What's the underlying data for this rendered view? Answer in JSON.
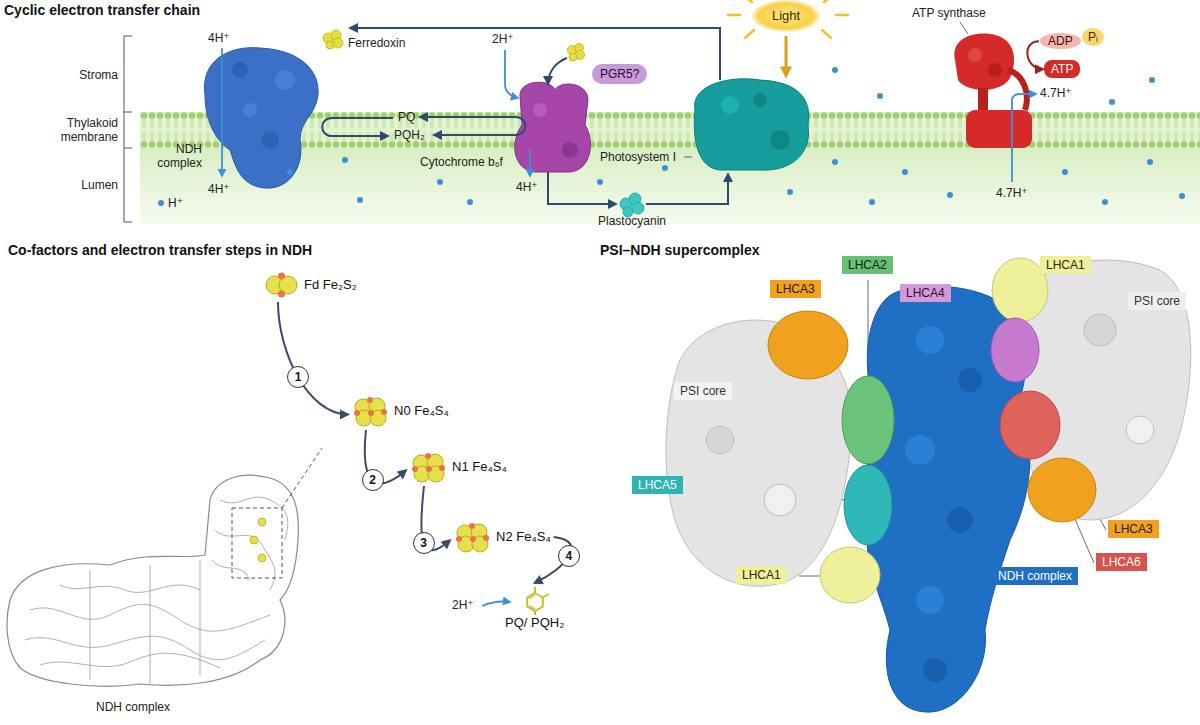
{
  "diagram": {
    "nodes": [
      {
        "text": [
          "Light"
        ]
      },
      {
        "text": [
          "PGR5?"
        ]
      },
      {
        "text": [
          "ADP"
        ]
      },
      {
        "text": [
          "Pᵢ"
        ]
      },
      {
        "text": [
          "ATP"
        ]
      },
      {
        "text": [
          "Fd Fe₂S₂"
        ]
      },
      {
        "text": [
          "N0 Fe₄S₄"
        ]
      },
      {
        "text": [
          "N1 Fe₄S₄"
        ]
      },
      {
        "text": [
          "N2 Fe₄S₄"
        ]
      },
      {
        "text": [
          "PQ/ PQH₂"
        ]
      },
      {
        "text": [
          "LHCA2"
        ]
      },
      {
        "text": [
          "LHCA1"
        ]
      },
      {
        "text": [
          "LHCA3"
        ]
      },
      {
        "text": [
          "LHCA4"
        ]
      },
      {
        "text": [
          "PSI core"
        ]
      },
      {
        "text": [
          "PSI core"
        ]
      },
      {
        "text": [
          "LHCA5"
        ]
      },
      {
        "text": [
          "LHCA3"
        ]
      },
      {
        "text": [
          "LHCA6"
        ]
      },
      {
        "text": [
          "LHCA1"
        ]
      },
      {
        "text": [
          "NDH complex"
        ]
      }
    ],
    "edges": [
      {
        "from": 2,
        "to": 4,
        "arrow": "to"
      },
      {
        "from": 5,
        "to": 6,
        "label": "1",
        "arrow": "to"
      },
      {
        "from": 6,
        "to": 7,
        "label": "2",
        "arrow": "to"
      },
      {
        "from": 7,
        "to": 8,
        "label": "3",
        "arrow": "to"
      },
      {
        "from": 8,
        "to": 9,
        "label": "4",
        "arrow": "to"
      }
    ],
    "labels": [
      "Cyclic electron transfer chain",
      "Stroma",
      "Thylakoid membrane",
      "Lumen",
      "4H⁺",
      "Ferredoxin",
      "2H⁺",
      "PQ",
      "PQH₂",
      "NDH complex",
      "H⁺",
      "4H⁺",
      "Cytochrome b₆f",
      "4H⁺",
      "Photosystem I",
      "Plastocyanin",
      "ATP synthase",
      "4.7H⁺",
      "4.7H⁺",
      "Co-factors and electron transfer steps in NDH",
      "2H⁺",
      "NDH complex",
      "PSI–NDH supercomplex"
    ]
  }
}
